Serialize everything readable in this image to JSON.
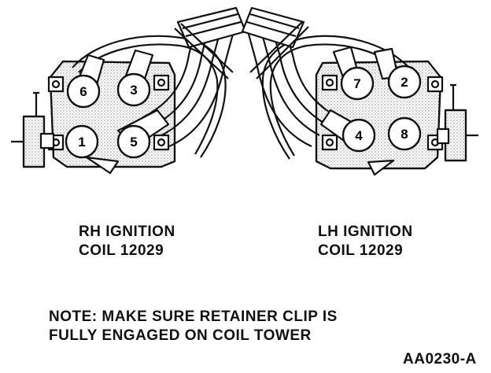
{
  "labels": {
    "rh_line1": "RH IGNITION",
    "rh_line2": "COIL 12029",
    "lh_line1": "LH IGNITION",
    "lh_line2": "COIL 12029",
    "note_line1": "NOTE: MAKE SURE RETAINER CLIP IS",
    "note_line2": "FULLY ENGAGED ON COIL TOWER",
    "figure_code": "AA0230-A"
  },
  "rh_coil": {
    "towers": [
      "6",
      "3",
      "1",
      "5"
    ]
  },
  "lh_coil": {
    "towers": [
      "7",
      "2",
      "4",
      "8"
    ]
  },
  "colors": {
    "ink": "#111111",
    "paper": "#ffffff"
  }
}
